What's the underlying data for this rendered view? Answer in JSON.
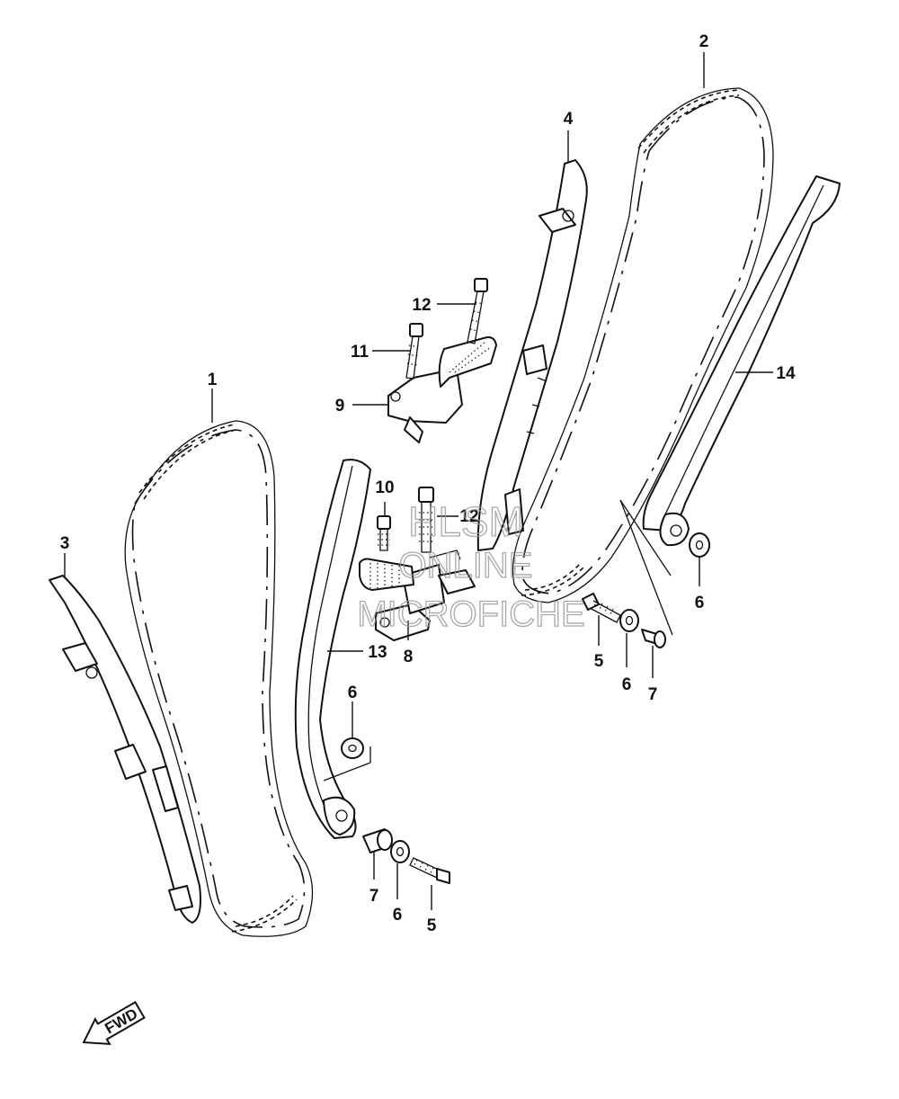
{
  "callouts": {
    "c1": "1",
    "c2": "2",
    "c3": "3",
    "c4": "4",
    "c5a": "5",
    "c5b": "5",
    "c6a": "6",
    "c6b": "6",
    "c6c": "6",
    "c6d": "6",
    "c7a": "7",
    "c7b": "7",
    "c8": "8",
    "c9": "9",
    "c10": "10",
    "c11": "11",
    "c12a": "12",
    "c12b": "12",
    "c13": "13",
    "c14": "14"
  },
  "watermark": {
    "line1": "HLSM",
    "line2": "ONLINE",
    "line3": "MICROFICHE"
  },
  "fwd_label": "FWD"
}
